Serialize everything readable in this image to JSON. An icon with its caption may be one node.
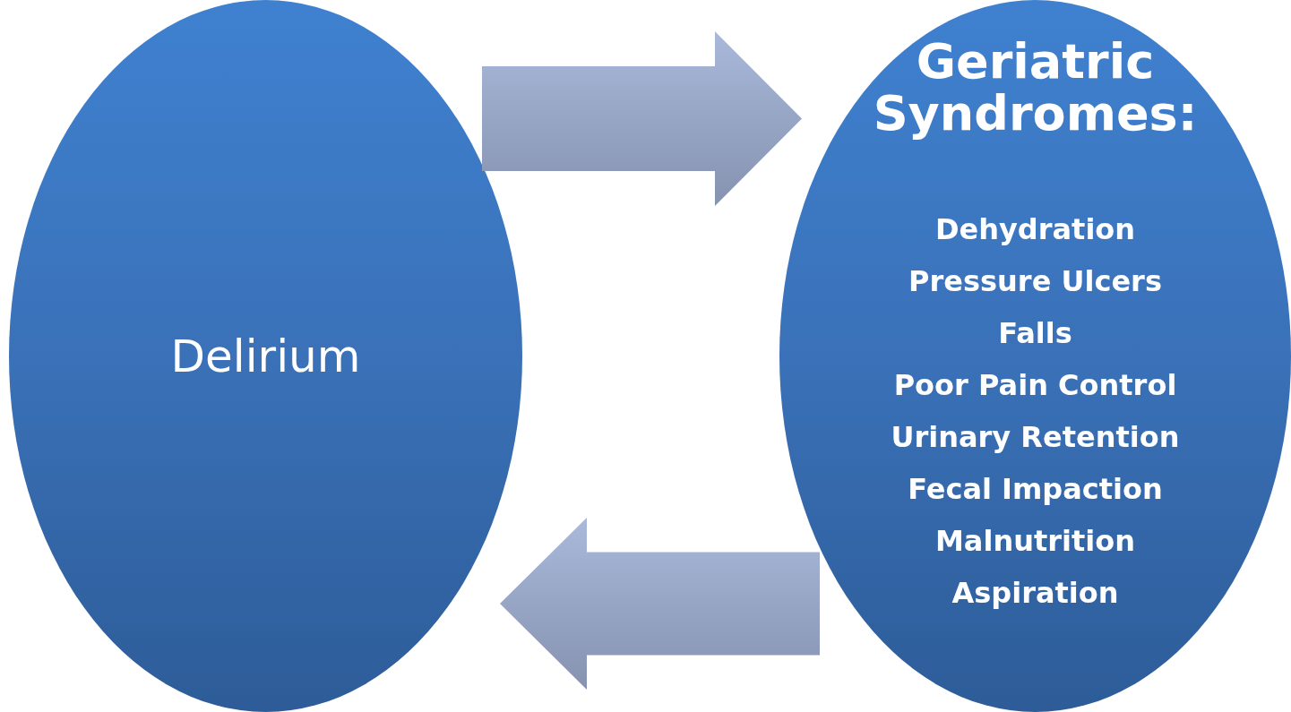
{
  "diagram": {
    "nodes": [
      {
        "text": [
          "Delirium"
        ]
      },
      {
        "text": [
          "Geriatric Syndromes:",
          "Dehydration",
          "Pressure Ulcers",
          "Falls",
          "Poor Pain Control",
          "Urinary Retention",
          "Fecal Impaction",
          "Malnutrition",
          "Aspiration"
        ]
      }
    ],
    "edges": [
      {
        "from": 0,
        "to": 1,
        "arrow": "to"
      },
      {
        "from": 1,
        "to": 0,
        "arrow": "to"
      }
    ]
  }
}
